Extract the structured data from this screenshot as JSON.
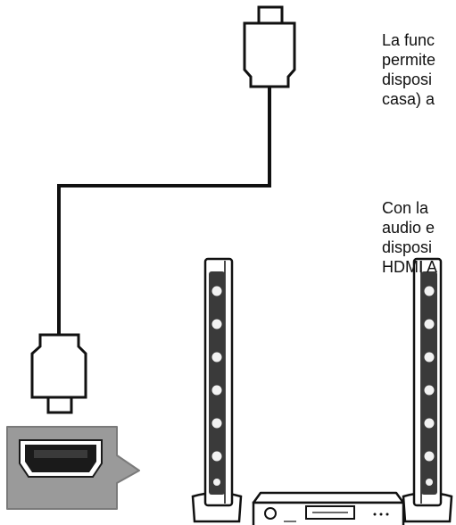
{
  "paragraph_1": {
    "line_1": "La func",
    "line_2": "permite",
    "line_3": "disposi",
    "line_4": "casa) a"
  },
  "paragraph_2": {
    "line_1": "Con la",
    "line_2": "audio e",
    "line_3": "disposi",
    "line_4": "HDMI A"
  },
  "colors": {
    "outline": "#111111",
    "tv_panel": "#9a9a9a",
    "tv_panel_border": "#7a7a7a",
    "hdmi_port": "#1a1a1a",
    "speaker_grille": "#3a3a3a",
    "speaker_light": "#f2f2f2",
    "background": "#ffffff"
  },
  "icons": {
    "upper_connector": "hdmi-plug-icon",
    "lower_connector": "hdmi-plug-icon",
    "tv_port": "hdmi-port-icon",
    "left_speaker": "tower-speaker-icon",
    "right_speaker": "tower-speaker-icon",
    "receiver": "av-receiver-icon"
  }
}
